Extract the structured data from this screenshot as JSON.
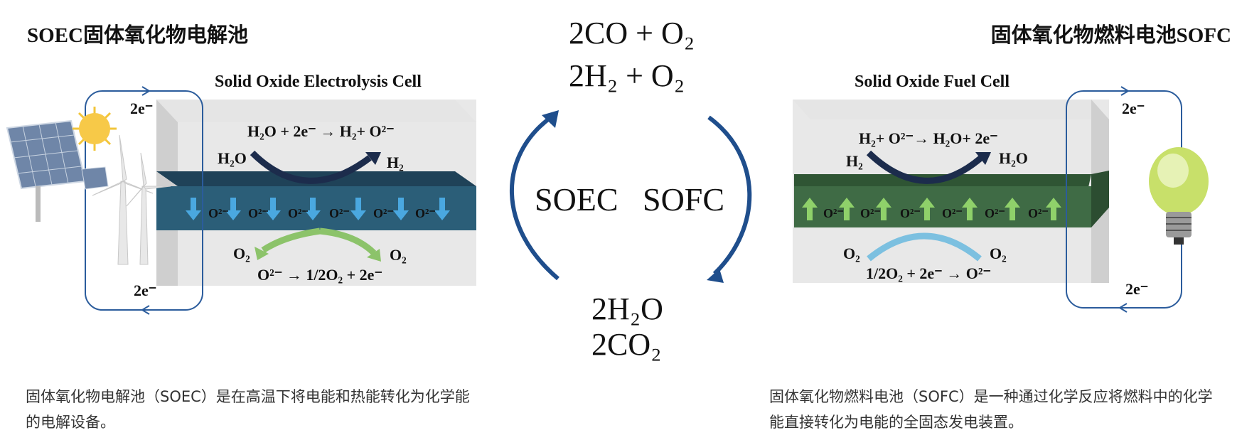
{
  "soec": {
    "heading": "SOEC固体氧化物电解池",
    "cell_title": "Solid Oxide Electrolysis Cell",
    "top_reaction": "H₂O + 2e⁻ →  H₂+ O²⁻",
    "in_label": "H₂O",
    "out_label": "H₂",
    "electron_top": "2e⁻",
    "electron_bottom": "2e⁻",
    "ion_labels": [
      "O²⁻",
      "O²⁻",
      "O²⁻",
      "O²⁻",
      "O²⁻",
      "O²⁻"
    ],
    "o2_left": "O₂",
    "o2_right": "O₂",
    "bottom_reaction": "O²⁻ → 1/2O₂ + 2e⁻",
    "description": "固体氧化物电解池（SOEC）是在高温下将电能和热能转化为化学能的电解设备。",
    "colors": {
      "electrolyte": "#2b5e78",
      "arrow": "#4aa8e0"
    }
  },
  "cycle": {
    "products_line1": "2CO + O₂",
    "products_line2": "2H₂ + O₂",
    "left_label": "SOEC",
    "right_label": "SOFC",
    "reactants_line1": "2H₂O",
    "reactants_line2": "2CO₂",
    "arrow_color": "#1f4e8c"
  },
  "sofc": {
    "heading": "固体氧化物燃料电池SOFC",
    "cell_title": "Solid Oxide Fuel Cell",
    "top_reaction": "H₂+ O²⁻→ H₂O+ 2e⁻",
    "in_label": "H₂",
    "out_label": "H₂O",
    "electron_top": "2e⁻",
    "electron_bottom": "2e⁻",
    "ion_labels": [
      "O²⁻",
      "O²⁻",
      "O²⁻",
      "O²⁻",
      "O²⁻",
      "O²⁻"
    ],
    "o2_left": "O₂",
    "o2_right": "O₂",
    "bottom_reaction": "1/2O₂ + 2e⁻ → O²⁻",
    "description": "固体氧化物燃料电池（SOFC）是一种通过化学反应将燃料中的化学能直接转化为电能的全固态发电装置。",
    "colors": {
      "electrolyte": "#3f6b45",
      "arrow": "#8fd16a"
    }
  },
  "icons": [
    "solar-panel-icon",
    "sun-icon",
    "wind-turbine-icon",
    "light-bulb-icon"
  ]
}
